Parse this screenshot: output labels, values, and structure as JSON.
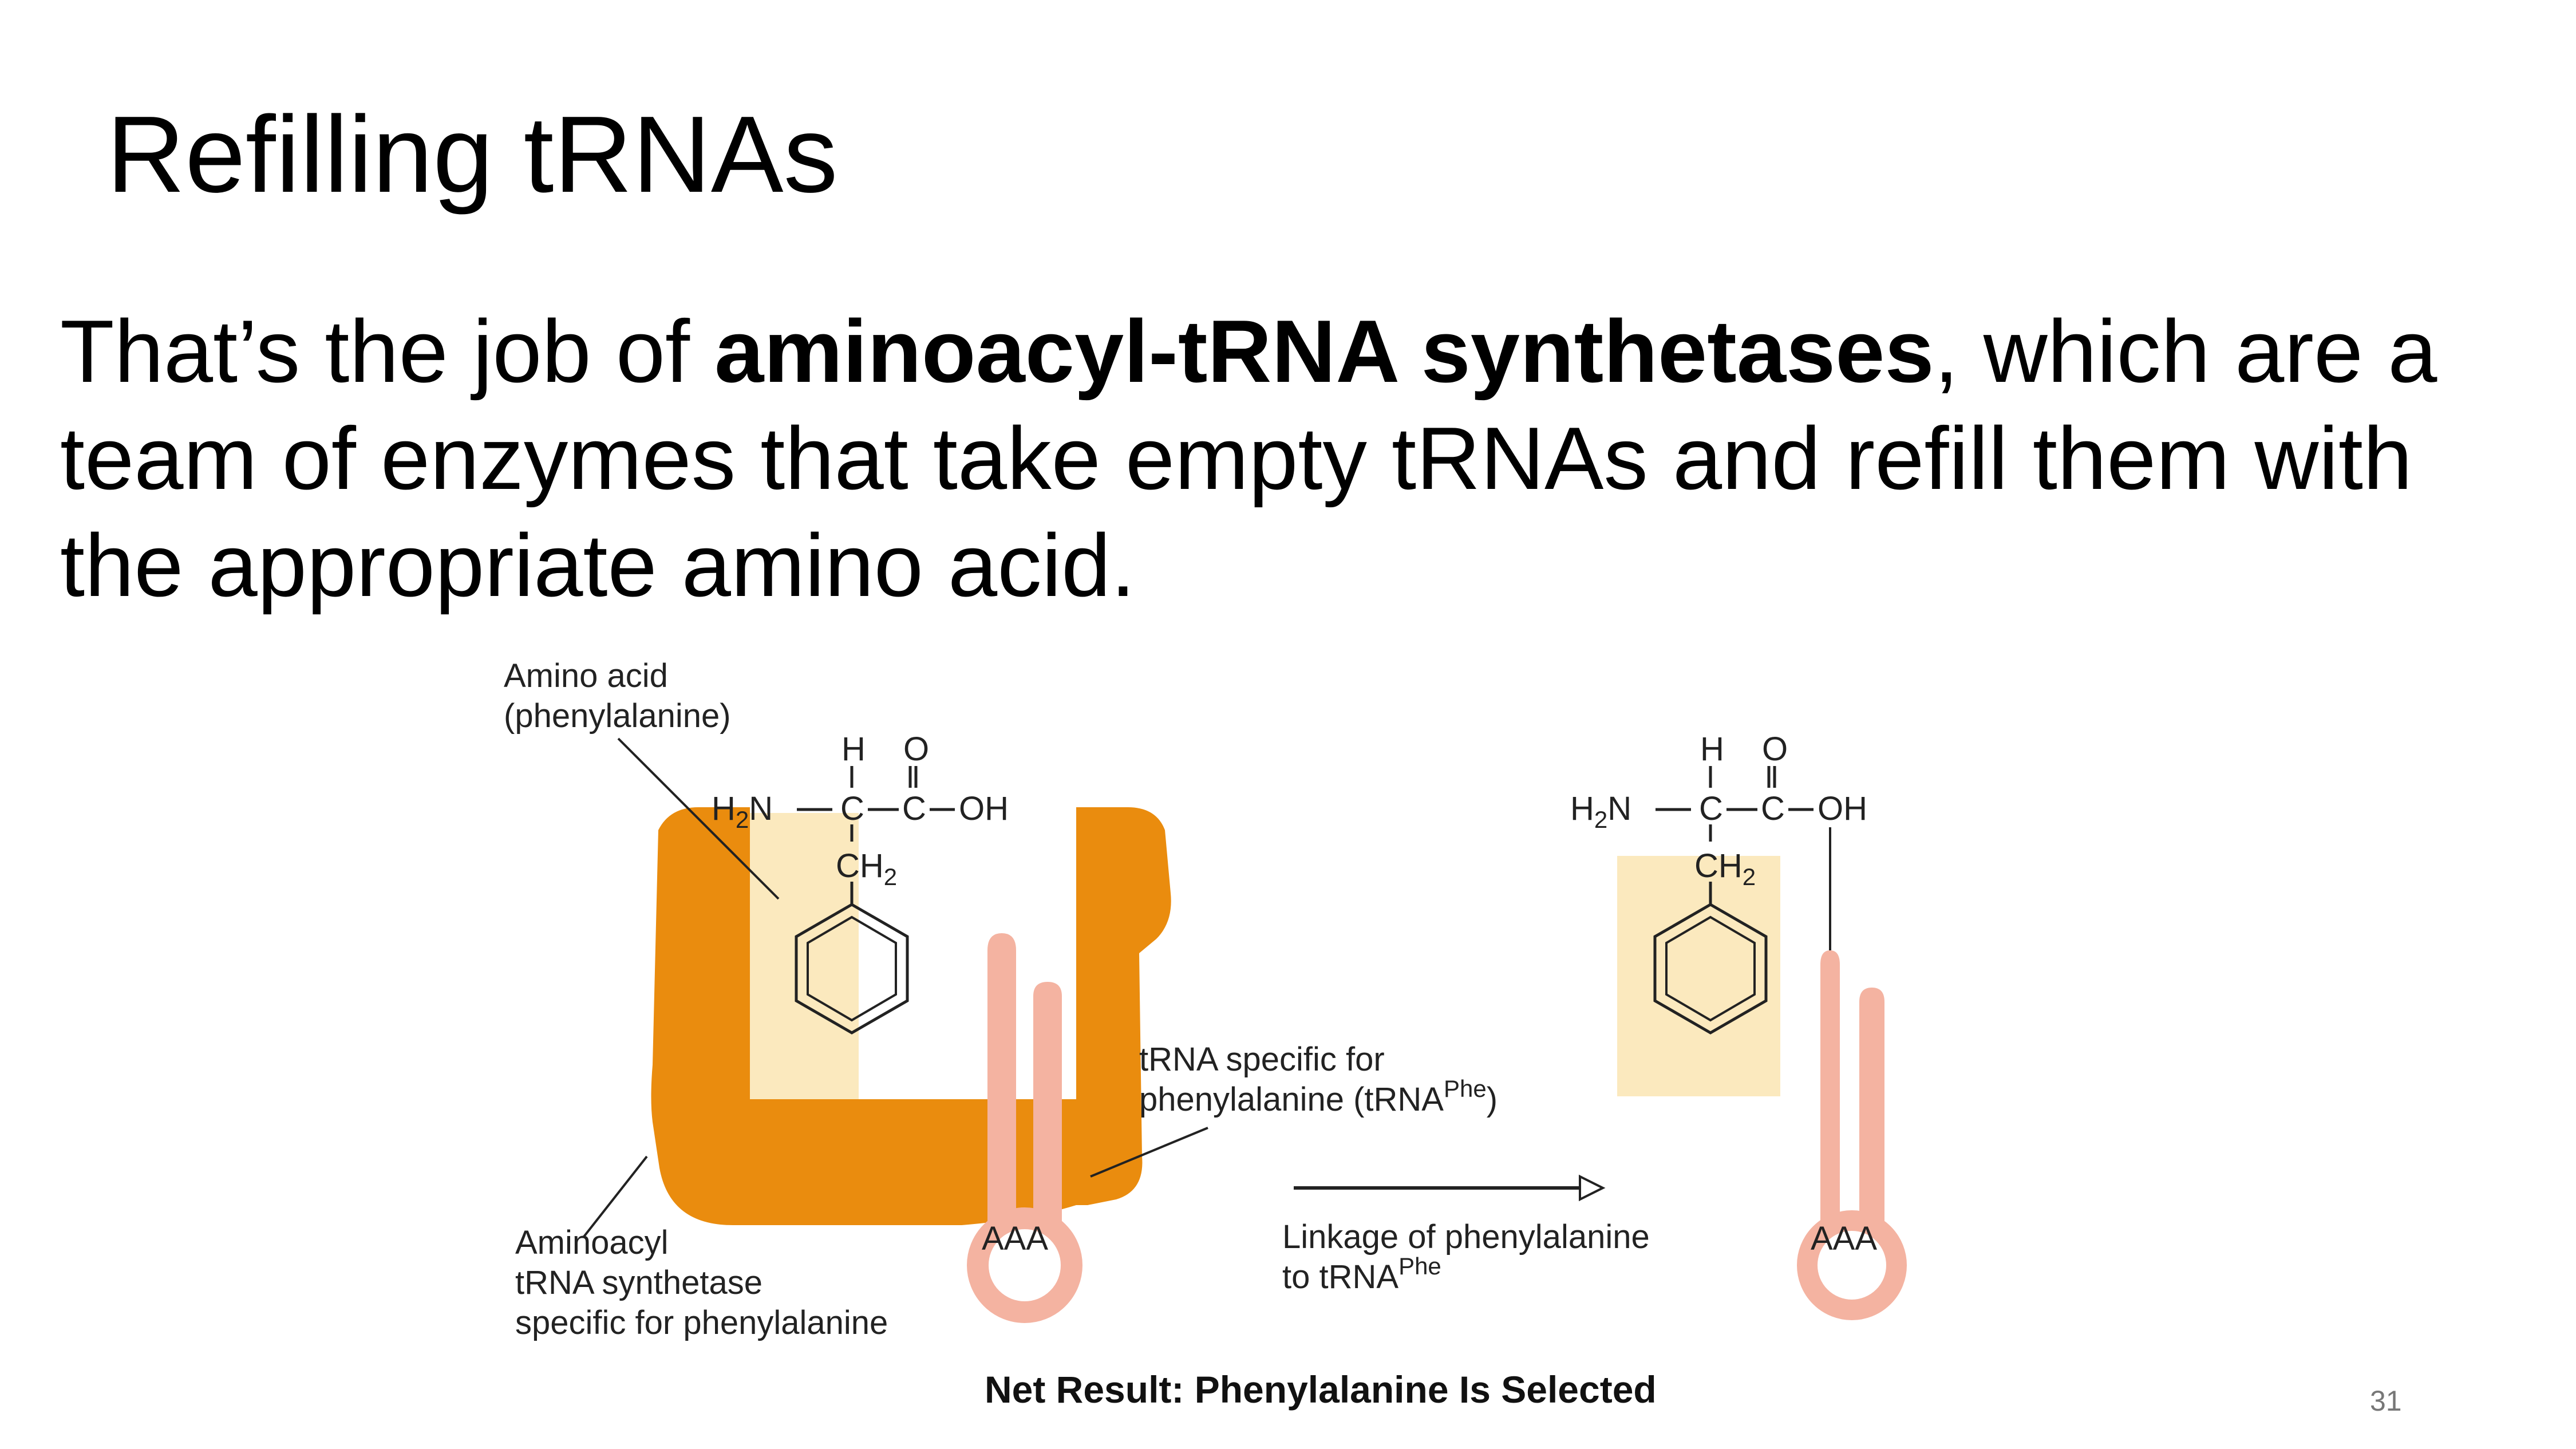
{
  "slide": {
    "title": "Refilling tRNAs",
    "body": {
      "prefix": "That’s the job of ",
      "bold": "aminoacyl-tRNA synthetases",
      "suffix": ", which are a team of enzymes that take empty tRNAs and refill them with the appropriate amino acid."
    },
    "page_number": "31"
  },
  "figure": {
    "amino_acid_label_1": "Amino acid",
    "amino_acid_label_2": "(phenylalanine)",
    "atom_H": "H",
    "atom_O": "O",
    "atom_H2N": "H",
    "h2n_sub": "2",
    "h2n_N": "N",
    "atom_C": "C",
    "atom_OH": "OH",
    "ch2": "CH",
    "ch2_sub": "2",
    "trna_label_1": "tRNA specific for",
    "trna_label_2": "phenylalanine (tRNA",
    "trna_label_sup": "Phe",
    "trna_label_close": ")",
    "synthetase_label_1": "Aminoacyl",
    "synthetase_label_2": "tRNA synthetase",
    "synthetase_label_3": "specific for phenylalanine",
    "anticodon": "AAA",
    "linkage_label_1": "Linkage of phenylalanine",
    "linkage_label_2": "to tRNA",
    "linkage_label_sup": "Phe",
    "caption": "Net Result: Phenylalanine Is Selected",
    "colors": {
      "enzyme": "#EA8C0E",
      "pocket": "#FBE9BE",
      "trna": "#F4B3A1"
    }
  }
}
